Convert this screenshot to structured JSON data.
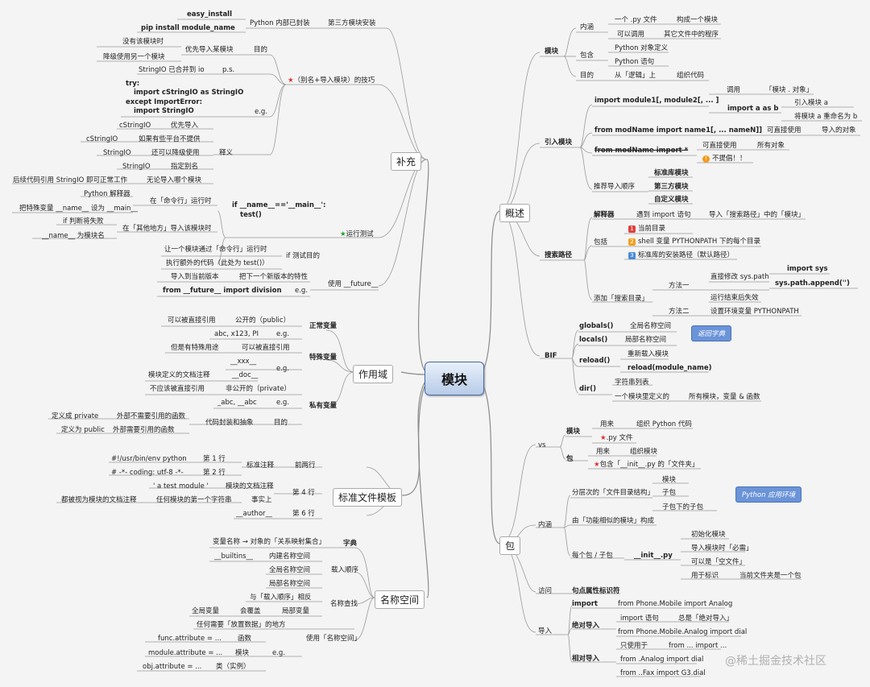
{
  "center": "模块",
  "branches": {
    "overview": "概述",
    "package": "包",
    "supplement": "补充",
    "scope": "作用域",
    "template": "标准文件模板",
    "namespace": "名称空间"
  },
  "overview": {
    "module": "模块",
    "meaning": "内涵",
    "m1": "一个 .py 文件",
    "m1b": "构成一个模块",
    "m2": "可以调用",
    "m2b": "其它文件中的程序",
    "contains": "包含",
    "c1": "Python 对象定义",
    "c2": "Python 语句",
    "purpose": "目的",
    "p1": "从「逻辑」上",
    "p1b": "组织代码",
    "import_module": "引入模块",
    "im1": "import module1[, module2[, ... ]",
    "call": "调用",
    "call_v": "「模块 . 对象」",
    "import_as": "import a as b",
    "as1": "引入模块 a",
    "as2": "将模块 a 重命名为 b",
    "from1": "from modName import name1[, ... nameN]]",
    "from1a": "可直接使用",
    "from1b": "导入的对象",
    "from2": "from modName import *",
    "from2a": "可直接使用",
    "from2b": "所有对象",
    "not_recommended": "不提倡！！",
    "order": "推荐导入顺序",
    "o1": "标准库模块",
    "o2": "第三方模块",
    "o3": "自定义模块",
    "search_path": "搜索路径",
    "interpreter": "解释器",
    "i1": "遇到 import 语句",
    "i2": "导入「搜索路径」中的「模块」",
    "include": "包括",
    "inc1": "当前目录",
    "inc2": "shell 变量 PYTHONPATH 下的每个目录",
    "inc3": "标准库的安装路径（默认路径）",
    "add_dir": "添加「搜索目录」",
    "method1": "方法一",
    "direct_mod": "直接修改 sys.path",
    "import_sys": "import sys",
    "sys_append": "sys.path.append('')",
    "after_run": "运行结束后失效",
    "method2": "方法二",
    "env_var": "设置环境变量 PYTHONPATH",
    "bif": "BIF",
    "globals": "globals()",
    "globals_v": "全局名称空间",
    "locals": "locals()",
    "locals_v": "局部名称空间",
    "return_dict": "返回字典",
    "reload": "reload()",
    "reload_v": "重新载入模块",
    "reload_sig": "reload(module_name)",
    "dir": "dir()",
    "dir1": "字符串列表",
    "dir2": "一个模块里定义的",
    "dir3": "所有模块，变量 & 函数"
  },
  "package": {
    "vs": "vs",
    "module": "模块",
    "use": "用来",
    "org_code": "组织 Python 代码",
    "py_file": ".py 文件",
    "pkg": "包",
    "use2": "用来",
    "org_mod": "组织模块",
    "contains_init": "包含「__init__.py 的「文件夹」",
    "meaning": "内涵",
    "hier": "分层次的「文件目录结构」",
    "h1": "模块",
    "h2": "子包",
    "h3": "子包下的子包",
    "py_app": "Python 应用环境",
    "composed": "由「功能相似的模块」构成",
    "each": "每个包 / 子包",
    "init": "__init__.py",
    "init1": "初始化模块",
    "init2": "导入模块时「必需」",
    "init3": "可以是「空文件」",
    "init4": "用于标识",
    "init4b": "当前文件夹是一个包",
    "access": "访问",
    "dot": "句点属性标识符",
    "imp": "导入",
    "import_kw": "import",
    "import_ex": "from Phone.Mobile import Analog",
    "absolute": "绝对导入",
    "abs1": "import 语句",
    "abs1b": "总是「绝对导入」",
    "abs2": "from Phone.Mobile.Analog import dial",
    "relative": "相对导入",
    "rel1": "只使用于",
    "rel1b": "from ... import ...",
    "rel2": "from .Analog import dial",
    "rel3": "from ..Fax import G3.dial"
  },
  "supplement": {
    "easy_install": "easy_install",
    "pip": "pip install module_name",
    "py_builtin": "Python 内部已封装",
    "third_party": "第三方模块安装",
    "no_module": "没有该模块时",
    "downgrade": "降级使用另一个模块",
    "prefer": "优先导入某模块",
    "purpose": "目的",
    "merged": "StringIO 已合并到 io",
    "ps": "p.s.",
    "alias_trick": "（别名+导入模块）的技巧",
    "code1": "try:",
    "code2": "import cStringIO as StringIO",
    "code3": "except ImportError:",
    "code4": "import StringIO",
    "eg": "e.g.",
    "cs1": "cStringIO",
    "cs1b": "优先导入",
    "cs2": "cStringIO",
    "cs2b": "如果有些平台不提供",
    "cs3": "StringIO",
    "cs3b": "还可以降级使用",
    "meaning": "释义",
    "cs4": "StringIO",
    "cs4b": "指定别名",
    "cs5": "后续代码引用 StringIO 即可正常工作",
    "cs5b": "无论导入哪个模块",
    "py_interp": "Python 解释器",
    "run_cmd": "在「命令行」运行时",
    "set_name": "把特殊变量 __name__ 设为 __main__",
    "if_main": "if __name__=='__main__':",
    "test": "test()",
    "if_fail": "if 判断将失败",
    "name_is": "__name__ 为模块名",
    "other_import": "在「其他地方」导入该模块时",
    "run_test": "运行测试",
    "let_run": "让一个模块通过「命令行」运行时",
    "extra": "执行额外的代码（此处为 test()）",
    "if_purpose": "if 测试目的",
    "import_current": "导入到当前版本",
    "next_feature": "把下一个新版本的特性",
    "future_code": "from __future__ import division",
    "eg2": "e.g.",
    "use_future": "使用 __future__"
  },
  "scope": {
    "normal": "正常变量",
    "n1": "可以被直接引用",
    "n1b": "公开的（public）",
    "n2": "abc, x123, PI",
    "n2b": "e.g.",
    "special": "特殊变量",
    "s1": "但是有特殊用途",
    "s1b": "可以被直接引用",
    "s2": "__xxx__",
    "s2b": "e.g.",
    "s3": "模块定义的文档注释",
    "s3b": "__doc__",
    "private": "私有变量",
    "p1": "不应该被直接引用",
    "p1b": "非公开的（private）",
    "p2": "_abc, __abc",
    "p2b": "e.g.",
    "p3": "定义成 private",
    "p3b": "外部不需要引用的函数",
    "p4": "代码封装和抽象",
    "p4b": "目的",
    "p5": "定义为 public",
    "p5b": "外部需要引用的函数"
  },
  "template": {
    "l1": "#!/usr/bin/env python",
    "l1b": "第 1 行",
    "l2": "# -*- coding: utf-8 -*-",
    "l2b": "第 2 行",
    "std_comment": "标准注释",
    "first_two": "前两行",
    "l4": "' a test module '",
    "l4b": "模块的文档注释",
    "l4c": "第 4 行",
    "doc_seen": "都被视为模块的文档注释",
    "first_str": "任何模块的第一个字符串",
    "actually": "事实上",
    "l6": "__author__",
    "l6b": "第 6 行"
  },
  "namespace": {
    "dict": "字典",
    "d1": "变量名称 → 对象的「关系映射集合」",
    "load_order": "载入顺序",
    "b1": "__builtins__",
    "b1b": "内建名称空间",
    "b2": "全局名称空间",
    "b3": "局部名称空间",
    "lookup": "名称查找",
    "lk1": "与「载入顺序」相反",
    "gv": "全局变量",
    "mask": "会覆盖",
    "lv": "局部变量",
    "any_place": "任何需要「放置数据」的地方",
    "use_ns": "使用「名称空间」",
    "fa": "func.attribute = ...",
    "fab": "函数",
    "ma": "module.attribute = ...",
    "mab": "模块",
    "oa": "obj.attribute = ...",
    "oab": "类（实例）",
    "eg": "e.g."
  },
  "watermark": "@稀土掘金技术社区"
}
